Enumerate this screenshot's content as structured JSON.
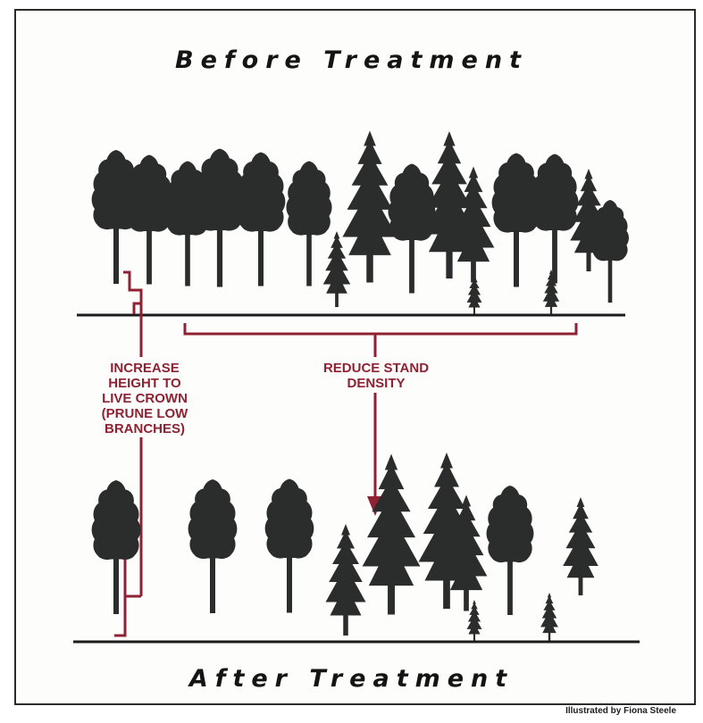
{
  "titles": {
    "before": "Before Treatment",
    "after": "After Treatment"
  },
  "labels": {
    "crown": "INCREASE\nHEIGHT TO\nLIVE CROWN\n(PRUNE LOW\nBRANCHES)",
    "density": "REDUCE STAND\nDENSITY"
  },
  "credit": "Illustrated by Fiona Steele",
  "colors": {
    "tree": "#2b2d2c",
    "annotation": "#8e2233",
    "ground": "#1c1c1c"
  }
}
